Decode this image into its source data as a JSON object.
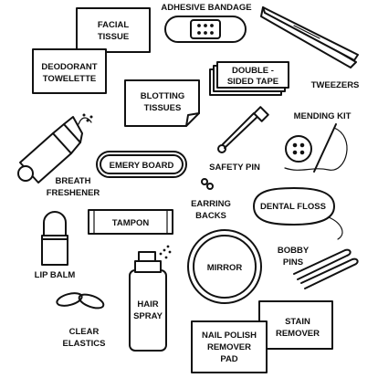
{
  "items": {
    "facial_tissue": [
      "FACIAL",
      "TISSUE"
    ],
    "adhesive_bandage": "ADHESIVE BANDAGE",
    "deodorant_towelette": [
      "DEODORANT",
      "TOWELETTE"
    ],
    "double_sided_tape": [
      "DOUBLE -",
      "SIDED TAPE"
    ],
    "tweezers": "TWEEZERS",
    "blotting_tissues": [
      "BLOTTING",
      "TISSUES"
    ],
    "mending_kit": "MENDING KIT",
    "breath_freshener": [
      "BREATH",
      "FRESHENER"
    ],
    "emery_board": "EMERY BOARD",
    "safety_pin": "SAFETY PIN",
    "earring_backs": [
      "EARRING",
      "BACKS"
    ],
    "dental_floss": "DENTAL FLOSS",
    "tampon": "TAMPON",
    "lip_balm": "LIP BALM",
    "bobby_pins": [
      "BOBBY",
      "PINS"
    ],
    "mirror": "MIRROR",
    "hair_spray": [
      "HAIR",
      "SPRAY"
    ],
    "clear_elastics": [
      "CLEAR",
      "ELASTICS"
    ],
    "stain_remover": [
      "STAIN",
      "REMOVER"
    ],
    "nail_polish_remover_pad": [
      "NAIL POLISH",
      "REMOVER",
      "PAD"
    ]
  }
}
